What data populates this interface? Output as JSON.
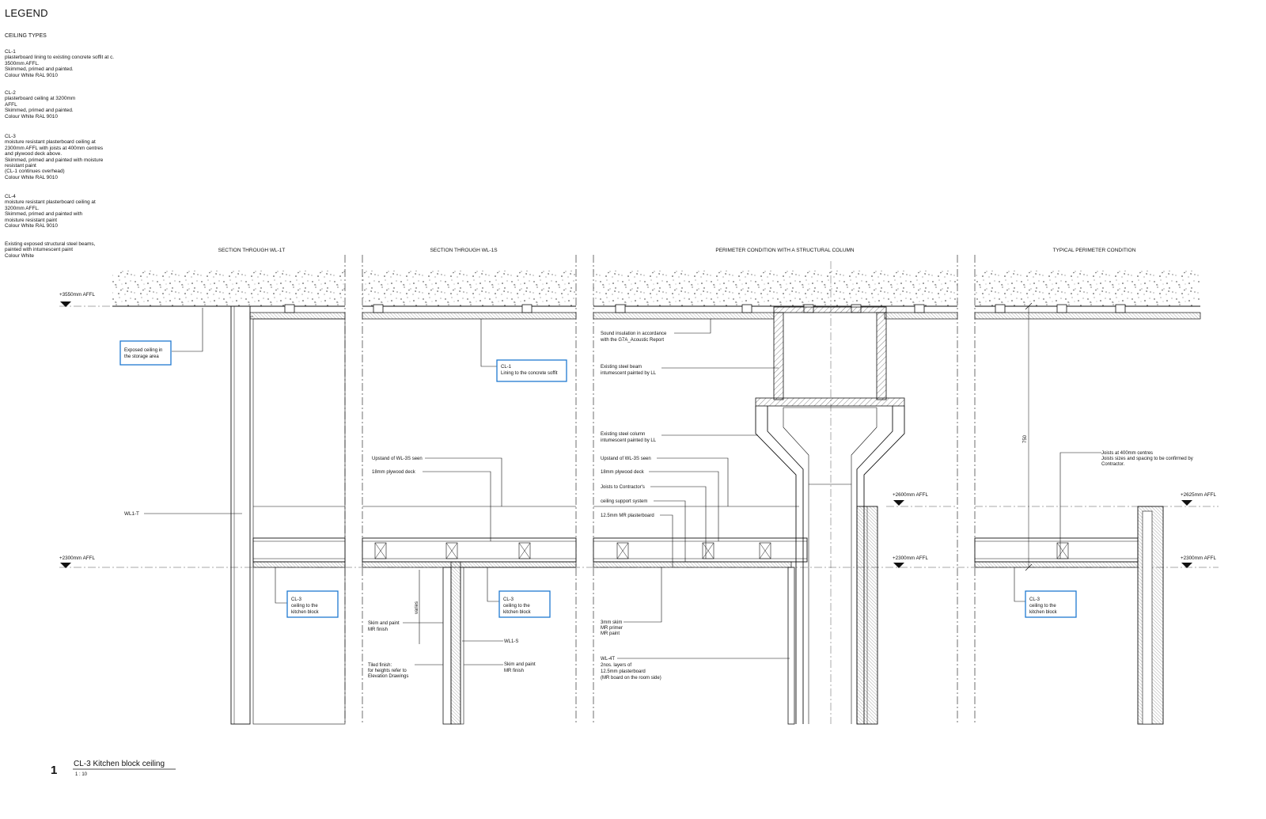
{
  "legend": {
    "title": "LEGEND",
    "subtitle": "CEILING TYPES",
    "entries": [
      {
        "code": "CL-1",
        "text": "plasterboard lining to existing concrete soffit at c.\n3500mm AFFL.\nSkimmed, primed and painted.\nColour White RAL 9010"
      },
      {
        "code": "CL-2",
        "text": "plasterboard ceiling at 3200mm\nAFFL\nSkimmed, primed and painted.\nColour White RAL 9010"
      },
      {
        "code": "CL-3",
        "text": "moisture resistant plasterboard ceiling at\n2300mm AFFL with joists at 400mm centres\nand plywood deck above.\nSkimmed, primed and painted with moisture\nresistant paint\n(CL-1 continues overhead)\nColour White RAL 9010"
      },
      {
        "code": "CL-4",
        "text": "moisture resistant plasterboard ceiling at\n3200mm AFFL.\nSkimmed, primed and painted with\nmoisture resistant paint\nColour White RAL 9010"
      },
      {
        "code": "",
        "text": "Existing exposed structural steel beams,\npainted with intumescent paint\nColour White"
      }
    ]
  },
  "sections": {
    "s1": "SECTION THROUGH WL-1T",
    "s2": "SECTION THROUGH WL-1S",
    "s3": "PERIMETER CONDITION WITH A STRUCTURAL COLUMN",
    "s4": "TYPICAL PERIMETER CONDITION"
  },
  "levels": {
    "l3550": "+3550mm AFFL",
    "l2300": "+2300mm AFFL",
    "l2600": "+2600mm AFFL",
    "l2625": "+2625mm AFFL"
  },
  "tags": {
    "exposed": [
      "Exposed ceiling in",
      "the storage area"
    ],
    "cl1": [
      "CL-1",
      "Lining to the concrete soffit"
    ],
    "cl3": [
      "CL-3",
      "ceiling to the",
      "kitchen block"
    ]
  },
  "notes": {
    "wl1t": "WL1-T",
    "upstand": "Upstand of WL-3S seen",
    "plywood": "18mm plywood deck",
    "varies": "varies",
    "skim_mr": [
      "Skim and paint",
      "MR finish"
    ],
    "wl1s": "WL1-S",
    "tiled": [
      "Tiled finish:",
      "for heights refer to",
      "Elevation Drawings"
    ],
    "sound": [
      "Sound insulation in accordance",
      "with the G7A_Acoustic Report"
    ],
    "beam": [
      "Existing steel beam",
      "intumescent painted by LL"
    ],
    "column": [
      "Existing steel column",
      "intumescent painted by LL"
    ],
    "joists_contractor": "Joists to Contractor's",
    "support": "ceiling support system",
    "mr_board": "12.5mm MR plasterboard",
    "skim3": [
      "3mm skim",
      "MR primer",
      "MR paint"
    ],
    "wl4t": [
      "WL-4T",
      "2nos. layers of",
      "12.5mm plasterboard",
      "(MR board on the room side)"
    ],
    "joists400": [
      "Joists at 400mm centres",
      "Joists sizes and spacing to be confirmed by",
      "Contractor."
    ],
    "dim": "750"
  },
  "title_block": {
    "number": "1",
    "title": "CL-3 Kitchen block ceiling",
    "scale": "1 : 10"
  },
  "colors": {
    "tag_border": "#1f7ad1",
    "line": "#111111"
  }
}
